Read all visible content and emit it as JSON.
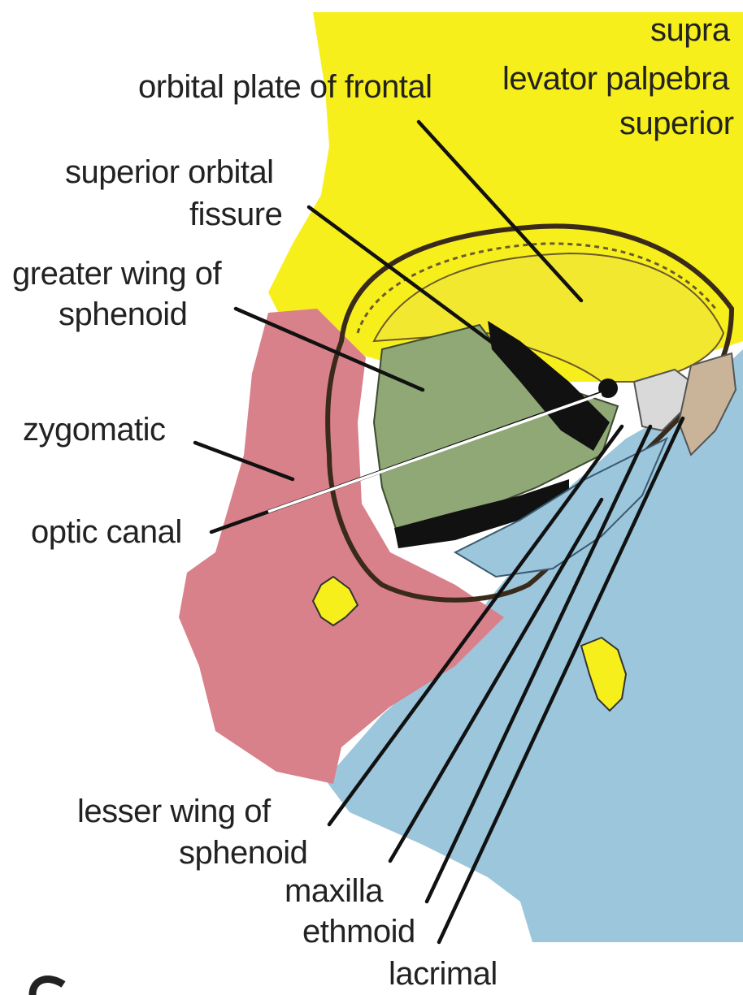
{
  "labels": {
    "orbital_plate_frontal": "orbital plate of frontal",
    "superior_orbital_fissure_1": "superior orbital",
    "superior_orbital_fissure_2": "fissure",
    "greater_wing_1": "greater wing of",
    "greater_wing_2": "sphenoid",
    "zygomatic": "zygomatic",
    "optic_canal": "optic canal",
    "lesser_wing_1": "lesser wing of",
    "lesser_wing_2": "sphenoid",
    "maxilla": "maxilla",
    "ethmoid": "ethmoid",
    "lacrimal": "lacrimal",
    "supra_partial": "supra",
    "levator_partial": "levator palpebra",
    "superior_partial": "superior"
  },
  "colors": {
    "frontal": "#f7ef1c",
    "sphenoid_greater": "#8fa876",
    "zygomatic": "#d9818a",
    "maxilla": "#9cc6dc",
    "ethmoid": "#d9d9d9",
    "lacrimal": "#c9b49a"
  }
}
